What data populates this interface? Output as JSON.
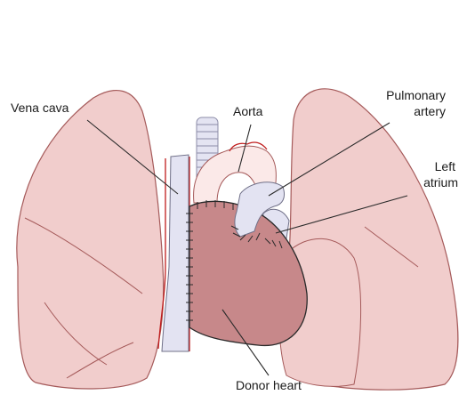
{
  "labels": {
    "vena_cava": "Vena cava",
    "aorta": "Aorta",
    "pulmonary_artery_line1": "Pulmonary",
    "pulmonary_artery_line2": "artery",
    "left_atrium_line1": "Left",
    "left_atrium_line2": "atrium",
    "donor_heart": "Donor heart"
  },
  "colors": {
    "lung_fill": "#f1cdcc",
    "lung_stroke": "#a55a5a",
    "heart_fill": "#c7888a",
    "heart_stroke": "#2a2a2a",
    "vessel_fill": "#e3e3f2",
    "aorta_fill": "#fbe9e8",
    "red_vessel": "#c01c1c",
    "leader_line": "#2a2a2a"
  }
}
